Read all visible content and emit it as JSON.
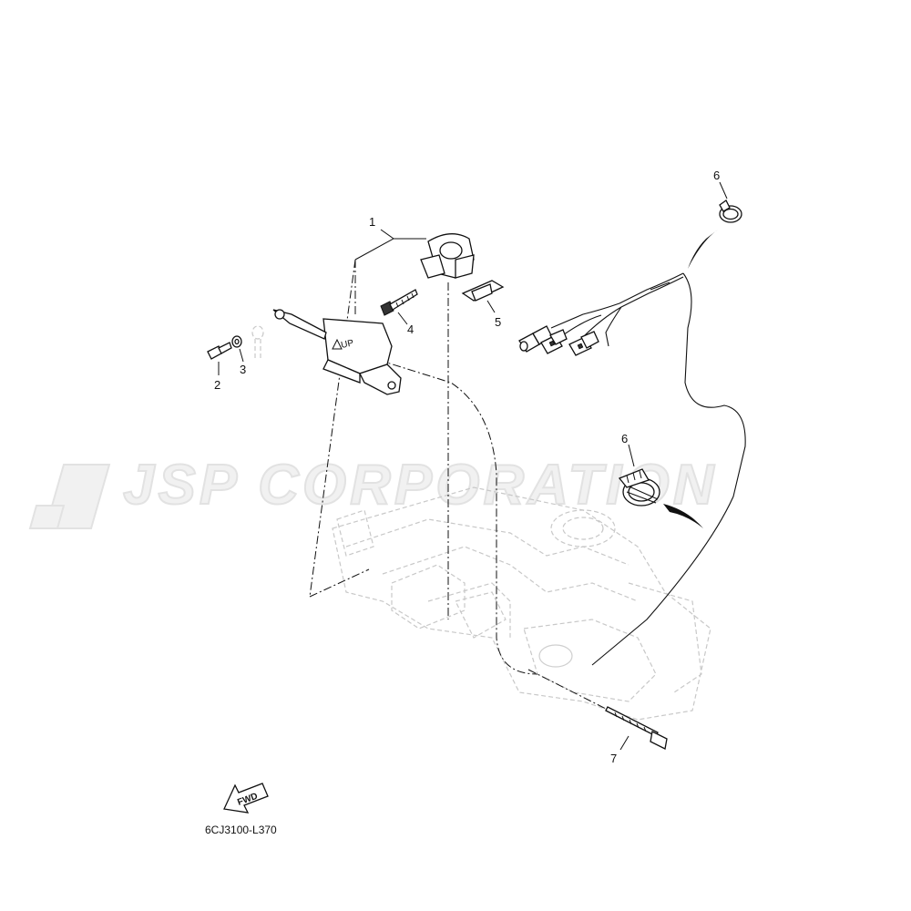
{
  "watermark": {
    "text": "JSP CORPORATION"
  },
  "callouts": [
    {
      "id": "1",
      "label": "1"
    },
    {
      "id": "2",
      "label": "2"
    },
    {
      "id": "3",
      "label": "3"
    },
    {
      "id": "4",
      "label": "4"
    },
    {
      "id": "5",
      "label": "5"
    },
    {
      "id": "6a",
      "label": "6"
    },
    {
      "id": "6b",
      "label": "6"
    },
    {
      "id": "7",
      "label": "7"
    }
  ],
  "sensor_marking": "UP",
  "fwd_label": "FWD",
  "drawing_code": "6CJ3100-L370"
}
